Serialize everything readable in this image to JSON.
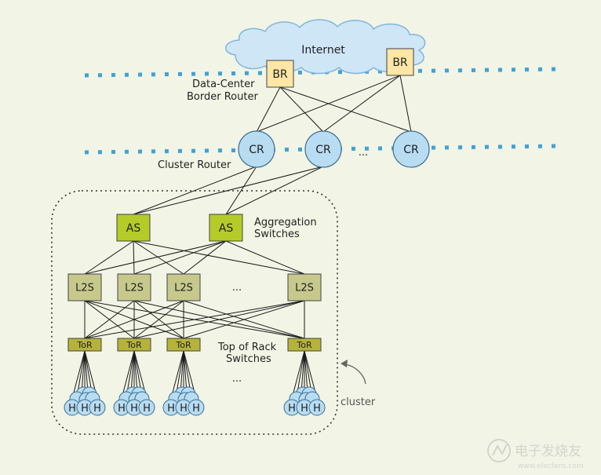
{
  "internet": {
    "label": "Internet",
    "fill": "#cfe6f7",
    "stroke": "#7fb6dc"
  },
  "border_routers": {
    "node_label": "BR",
    "count": 2,
    "caption": [
      "Data-Center",
      "Border Router"
    ],
    "fill": "#fde6a6"
  },
  "cluster_routers": {
    "node_label": "CR",
    "count": 3,
    "ellipsis": "...",
    "caption": "Cluster Router",
    "fill": "#b8dcf2"
  },
  "aggregation_switches": {
    "node_label": "AS",
    "count": 2,
    "caption": [
      "Aggregation",
      "Switches"
    ],
    "fill": "#b5cc28"
  },
  "l2_switches": {
    "node_label": "L2S",
    "count": 4,
    "ellipsis": "...",
    "fill": "#c7c98c"
  },
  "tor_switches": {
    "node_label": "ToR",
    "count": 4,
    "caption": [
      "Top of Rack",
      "Switches"
    ],
    "fill": "#b5b33a"
  },
  "hosts": {
    "node_label": "H",
    "ellipsis": "...",
    "fill": "#b8dcf2"
  },
  "cluster": {
    "label": "cluster"
  },
  "boundary_color": "#3fa2d6",
  "watermark": {
    "text": "电子发烧友",
    "subtext": "www.elecfans.com"
  }
}
